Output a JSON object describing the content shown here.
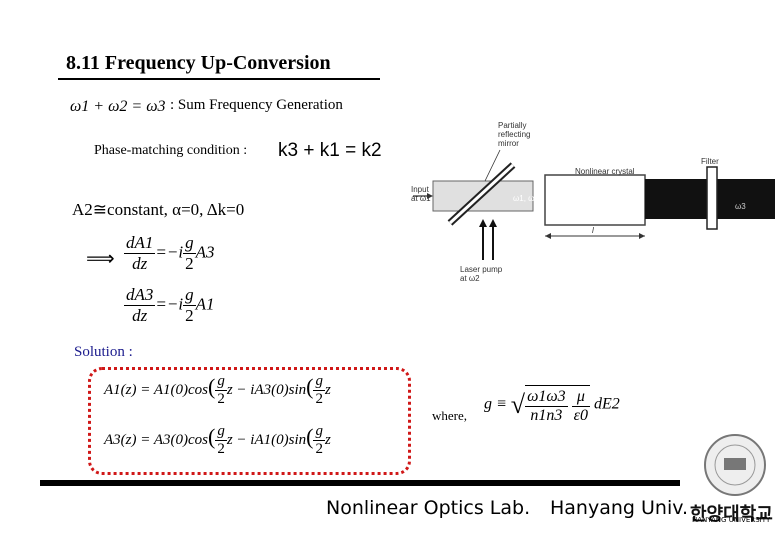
{
  "slide": {
    "title": "8.11 Frequency Up-Conversion",
    "sfg_equation": "ω1 + ω2 = ω3",
    "sfg_label": ": Sum Frequency Generation",
    "phase_matching_label": "Phase-matching condition :",
    "phase_matching_equation": "k3 + k1 = k2",
    "conditions": "A2≅constant,  α=0,  Δk=0",
    "implies_symbol": "⟹",
    "equation_1": {
      "lhs_num": "dA1",
      "lhs_den": "dz",
      "mid": "=−i",
      "g_num": "g",
      "g_den": "2",
      "rhs": "A3"
    },
    "equation_2": {
      "lhs_num": "dA3",
      "lhs_den": "dz",
      "mid": "=−i",
      "g_num": "g",
      "g_den": "2",
      "rhs": "A1"
    },
    "solution_label": "Solution :",
    "solution_1": {
      "lhs": "A1(z) = A1(0)cos",
      "mid": "z − iA3(0)sin",
      "tail": "z"
    },
    "solution_2": {
      "lhs": "A3(z) = A3(0)cos",
      "mid": "z − iA1(0)sin",
      "tail": "z"
    },
    "where_label": "where,",
    "g_definition": "g ≡",
    "g_inner": {
      "num1": "ω1ω3",
      "den1": "n1n3",
      "num2": "μ",
      "den2": "ε0",
      "tail": "dE2"
    }
  },
  "diagram": {
    "mirror_label": "Partially\nreflecting\nmirror",
    "crystal_label": "Nonlinear crystal",
    "filter_label": "Filter",
    "input_label": "Input\nat ω1",
    "pump_label": "Laser pump\nat ω2",
    "beam_label": "ω1, ω2",
    "output_label": "ω3",
    "length_label": "l"
  },
  "footer": {
    "lab": "Nonlinear Optics Lab.",
    "university": "Hanyang Univ.",
    "logo_name": "한양대학교",
    "logo_sub": "HANYANG UNIVERSITY"
  }
}
